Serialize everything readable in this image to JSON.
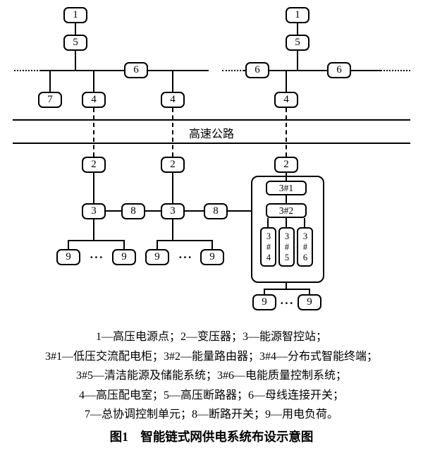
{
  "title": "图1　智能链式网供电系统布设示意图",
  "highway": {
    "label": "高速公路"
  },
  "ellipsis": "···",
  "nodes": {
    "n1": "1",
    "n2": "2",
    "n3": "3",
    "n4": "4",
    "n5": "5",
    "n6": "6",
    "n7": "7",
    "n8": "8",
    "n9": "9",
    "n3_1": "3#1",
    "n3_2": "3#2",
    "n3_4": "3#4",
    "n3_5": "3#5",
    "n3_6": "3#6"
  },
  "legend": {
    "lines": [
      "1—高压电源点；2—变压器；3—能源智控站；",
      "3#1—低压交流配电柜；3#2—能量路由器；3#4—分布式智能终端；",
      "3#5—清洁能源及储能系统；3#6—电能质量控制系统；",
      "4—高压配电室；5—高压断路器；6—母线连接开关；",
      "7—总协调控制单元；8—断路开关；9—用电负荷。"
    ]
  },
  "colors": {
    "line": "#000000",
    "background": "#ffffff"
  }
}
